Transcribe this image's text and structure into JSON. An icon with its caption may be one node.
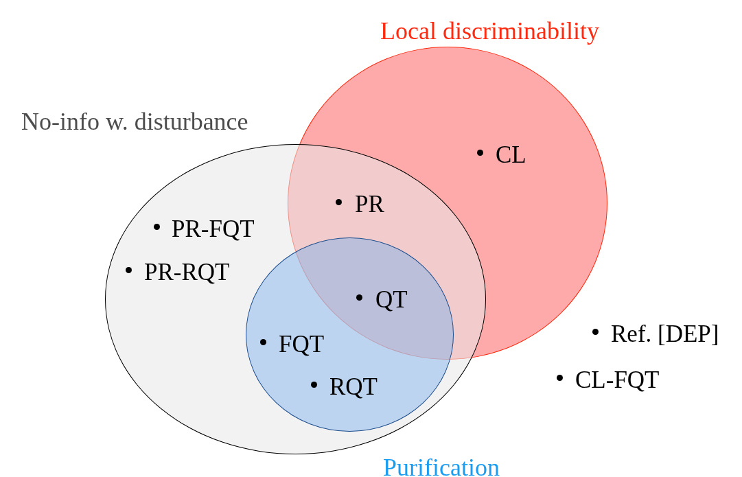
{
  "diagram": {
    "nodes": [
      {
        "text": [
          "No-info w. disturbance"
        ]
      },
      {
        "text": [
          "Local discriminability"
        ]
      },
      {
        "text": [
          "Purification"
        ],
        "in": 0
      }
    ],
    "labels": [
      "CL",
      "PR",
      "PR-FQT",
      "PR-RQT",
      "QT",
      "Ref. [DEP]",
      "FQT",
      "CL-FQT",
      "RQT"
    ]
  }
}
